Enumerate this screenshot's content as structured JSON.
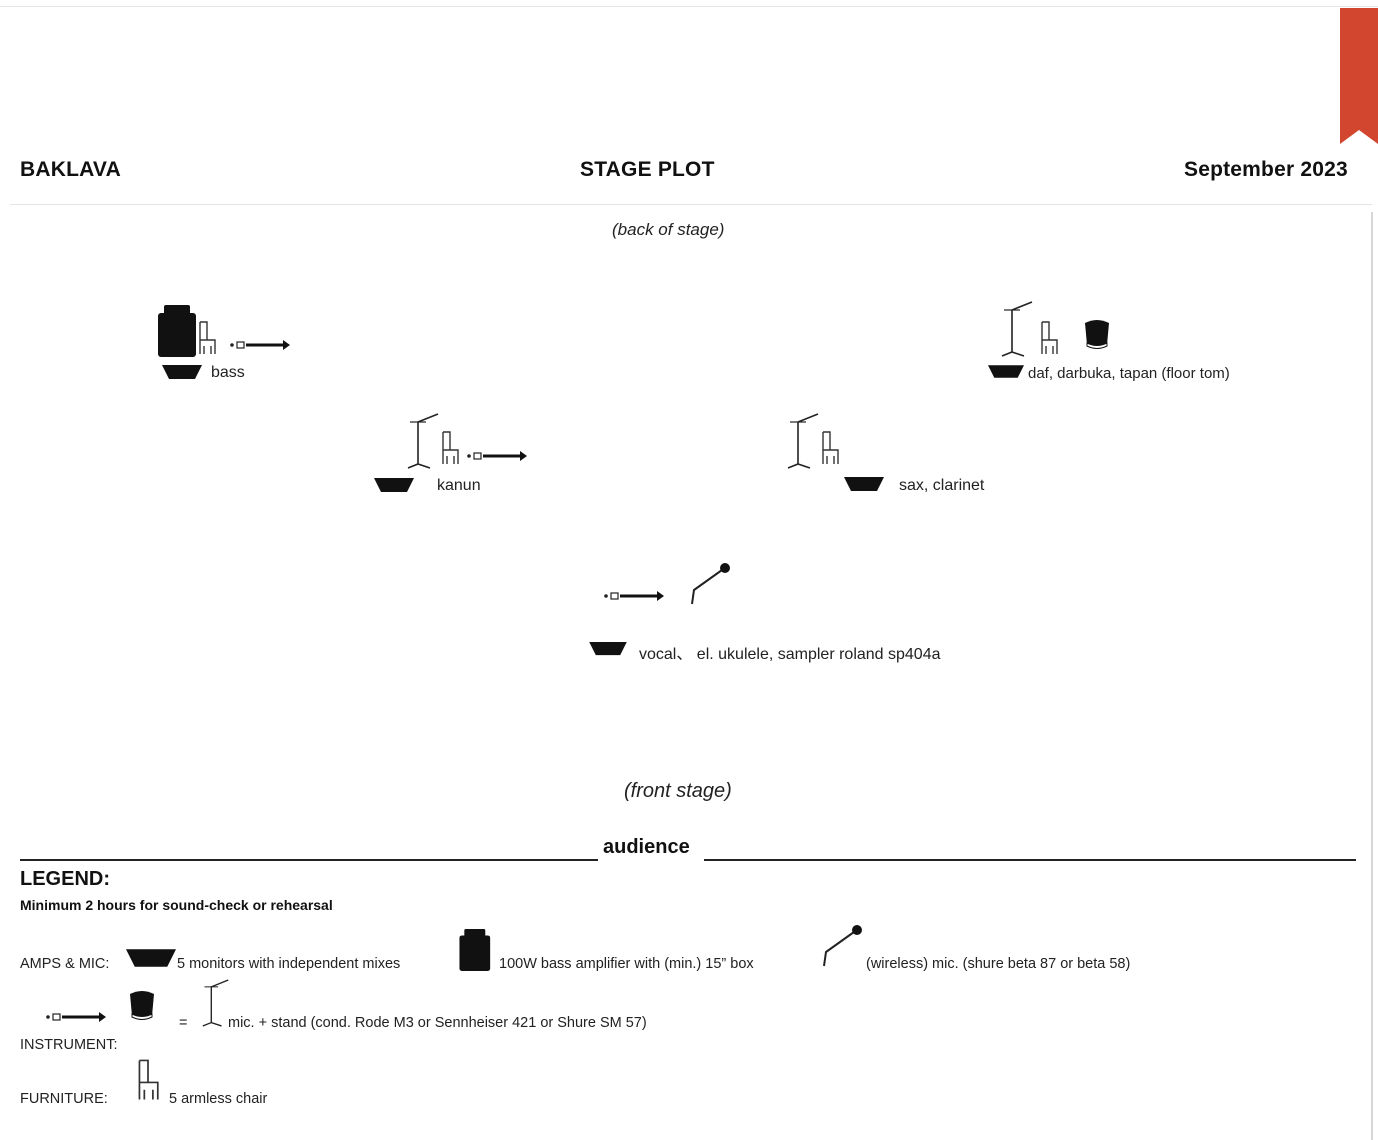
{
  "header": {
    "band": "BAKLAVA",
    "title": "STAGE PLOT",
    "date": "September 2023"
  },
  "colors": {
    "bookmark": "#d2452f",
    "ink": "#111111"
  },
  "stage": {
    "back_label": "(back of stage)",
    "front_label": "(front stage)",
    "audience_label": "audience",
    "positions": {
      "bass": "bass",
      "percussion": "daf, darbuka, tapan (floor tom)",
      "kanun": "kanun",
      "sax": "sax, clarinet",
      "vocal": "vocal、 el. ukulele, sampler roland sp404a"
    }
  },
  "legend": {
    "title": "LEGEND:",
    "subtitle": "Minimum 2 hours for sound-check or rehearsal",
    "amps_label": "AMPS & MIC:",
    "monitors": "5 monitors with independent mixes",
    "bass_amp": "100W bass amplifier with (min.) 15” box",
    "wireless": "(wireless) mic. (shure beta 87 or beta 58)",
    "equals": "=",
    "mic_stand": "mic. + stand (cond. Rode M3 or Sennheiser 421 or Shure SM 57)",
    "instrument_label": "INSTRUMENT:",
    "furniture_label": "FURNITURE:",
    "chair": "5 armless chair"
  }
}
